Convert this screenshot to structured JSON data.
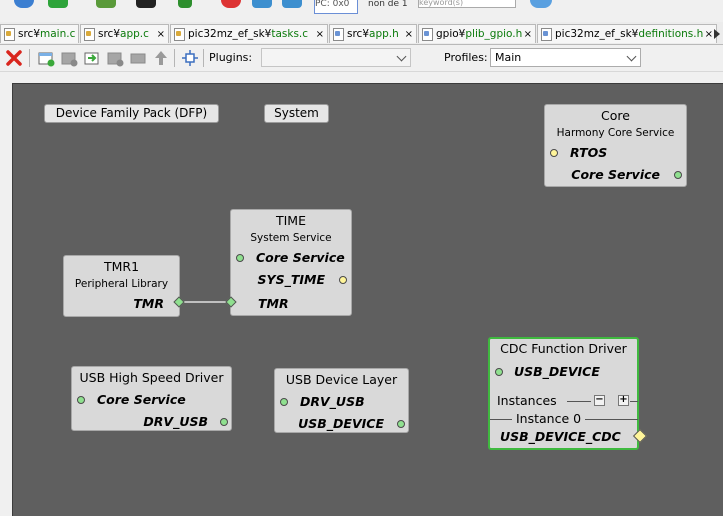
{
  "top_strip": {
    "mini_box_text": "PC: 0x0",
    "mini_text": "non de 1",
    "mini_search_placeholder": "keyword(s)"
  },
  "tabs": [
    {
      "prefix": "src¥",
      "file": "main.c",
      "type": "c"
    },
    {
      "prefix": "src¥",
      "file": "app.c",
      "type": "c"
    },
    {
      "prefix": "pic32mz_ef_sk¥",
      "file": "tasks.c",
      "type": "c"
    },
    {
      "prefix": "src¥",
      "file": "app.h",
      "type": "h"
    },
    {
      "prefix": "gpio¥",
      "file": "plib_gpio.h",
      "type": "h"
    },
    {
      "prefix": "pic32mz_ef_sk¥",
      "file": "definitions.h",
      "type": "h"
    }
  ],
  "tab_close": "×",
  "toolbar": {
    "plugins_label": "Plugins:",
    "plugins_value": "",
    "profiles_label": "Profiles:",
    "profiles_value": "Main"
  },
  "canvas": {
    "groups": {
      "dfp": "Device Family Pack (DFP)",
      "system": "System"
    },
    "core": {
      "title": "Core",
      "subtitle": "Harmony Core Service",
      "port1": "RTOS",
      "port2": "Core Service"
    },
    "time": {
      "title": "TIME",
      "subtitle": "System Service",
      "port1": "Core Service",
      "port2": "SYS_TIME",
      "port3": "TMR"
    },
    "tmr1": {
      "title": "TMR1",
      "subtitle": "Peripheral Library",
      "port1": "TMR"
    },
    "usbhs": {
      "title": "USB High Speed Driver",
      "port1": "Core Service",
      "port2": "DRV_USB"
    },
    "usbdev": {
      "title": "USB Device Layer",
      "port1": "DRV_USB",
      "port2": "USB_DEVICE"
    },
    "cdc": {
      "title": "CDC Function Driver",
      "port1": "USB_DEVICE",
      "instances_label": "Instances",
      "minus": "−",
      "plus": "+",
      "instance_label": "Instance 0",
      "port2": "USB_DEVICE_CDC"
    }
  },
  "colors": {
    "canvas": "#5f5f5f",
    "node": "#d9d9d9",
    "selected_border": "#3fb93f",
    "port_green": "#8fe08f",
    "port_yellow": "#fff59a",
    "delete_red": "#d9251d"
  }
}
